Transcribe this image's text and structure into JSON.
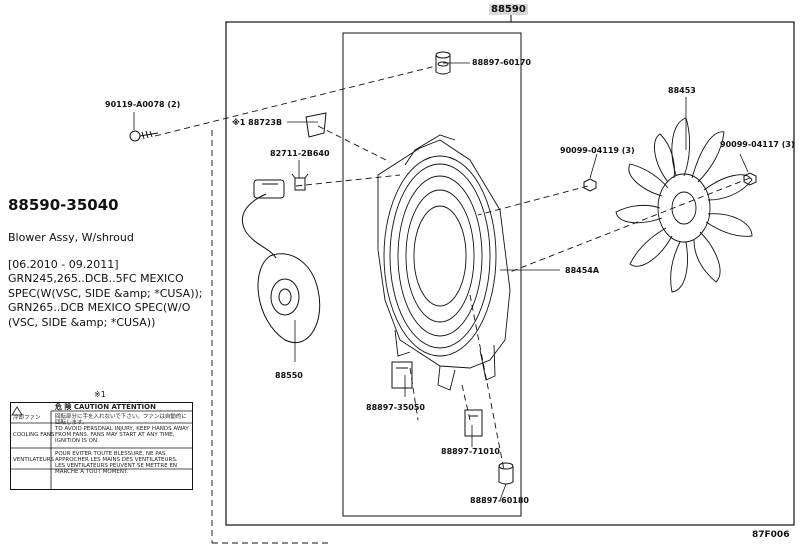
{
  "diagram": {
    "assembly_number": "88590",
    "sheet_code": "87F006",
    "callouts": {
      "screw": "90119-A0078 (2)",
      "label_ref": "※1 88723B",
      "clip": "82711-2B640",
      "grommet_top": "88897-60170",
      "motor": "88550",
      "shroud": "88454A",
      "bracket_left": "88897-35050",
      "bracket_right": "88897-71010",
      "grommet_bottom": "88897-60180",
      "fan": "88453",
      "nut_left": "90099-04119 (3)",
      "nut_right": "90099-04117 (3)"
    },
    "label_note_mark": "※1"
  },
  "part_info": {
    "title": "88590-35040",
    "description": "Blower Assy, W/shroud",
    "dates": "[06.2010 - 09.2011]",
    "spec": "GRN245,265..DCB..5FC MEXICO SPEC(W(VSC, SIDE &amp; *CUSA)); GRN265..DCB MEXICO SPEC(W/O (VSC, SIDE &amp; *CUSA))"
  },
  "warning_label": {
    "row1_left": "冷却ファン",
    "row1_head": "危 険   CAUTION  ATTENTION",
    "row1_text": "回転部分に手を入れないで下さい。ファンは自動的に回転します。",
    "row2_left": "COOLING FANS",
    "row2_text": "TO AVOID PERSONAL INJURY, KEEP HANDS AWAY FROM FANS. FANS MAY START AT ANY TIME, IGNITION IS ON.",
    "row3_left": "VENTILATEURS",
    "row3_text": "POUR EVITER TOUTE BLESSURE, NE PAS APPROCHER LES MAINS DES VENTILATEURS. LES VENTILATEURS PEUVENT SE METTRE EN MARCHE A TOUT MOMENT."
  }
}
